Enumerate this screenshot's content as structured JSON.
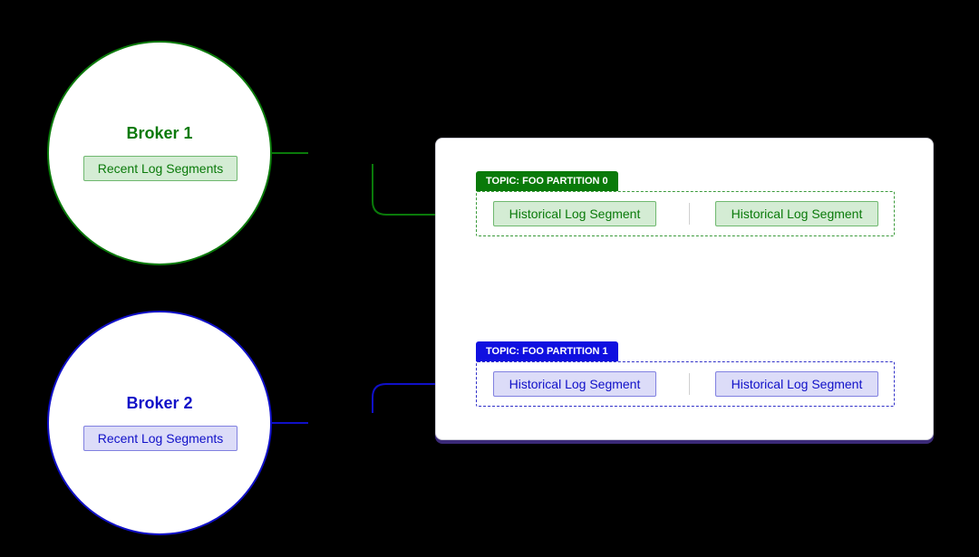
{
  "brokers": [
    {
      "title": "Broker 1",
      "segments_label": "Recent Log Segments"
    },
    {
      "title": "Broker 2",
      "segments_label": "Recent Log Segments"
    }
  ],
  "storage": {
    "partitions": [
      {
        "tag": "TOPIC: FOO PARTITION 0",
        "segments": [
          "Historical Log Segment",
          "Historical Log Segment"
        ]
      },
      {
        "tag": "TOPIC: FOO PARTITION 1",
        "segments": [
          "Historical Log Segment",
          "Historical Log Segment"
        ]
      }
    ]
  },
  "colors": {
    "partition0": "#0a7a0a",
    "partition1": "#1010c8",
    "background": "#000000",
    "storage_panel": "#ffffff"
  }
}
